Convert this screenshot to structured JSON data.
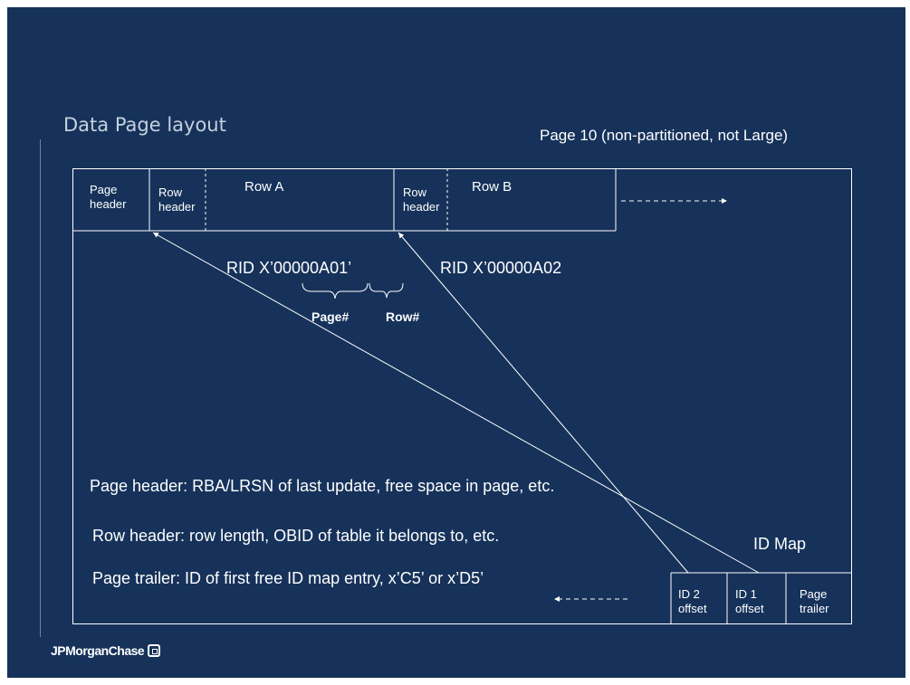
{
  "title": "Data Page layout",
  "page_label": "Page 10 (non-partitioned, not Large)",
  "row_strip": {
    "page_header": [
      "Page",
      "header"
    ],
    "row_header_a": [
      "Row",
      "header"
    ],
    "row_a": "Row A",
    "row_header_b": [
      "Row",
      "header"
    ],
    "row_b": "Row B"
  },
  "rid_a": "RID X’00000A01’",
  "rid_b": "RID X’00000A02",
  "page_num_label": "Page#",
  "row_num_label": "Row#",
  "descriptions": {
    "page_header": "Page header: RBA/LRSN of last update, free space in page, etc.",
    "row_header": "Row header: row length, OBID of table it belongs to, etc.",
    "page_trailer": "Page trailer: ID of first free ID map entry, x’C5’ or x’D5’"
  },
  "id_map_label": "ID Map",
  "trailer_cells": {
    "id2_offset": [
      "ID 2",
      "offset"
    ],
    "id1_offset": [
      "ID 1",
      "offset"
    ],
    "page_trailer": [
      "Page",
      "trailer"
    ]
  },
  "logo_text": "JPMorganChase",
  "colors": {
    "background": "#16325a",
    "lines": "#ffffff",
    "title": "#c6d0dd"
  }
}
